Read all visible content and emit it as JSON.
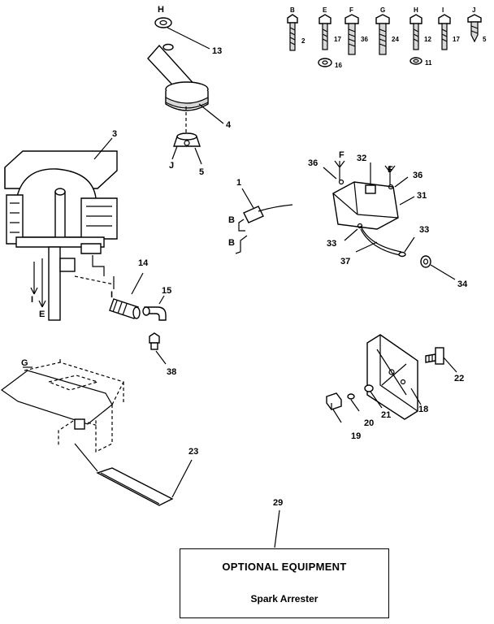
{
  "callouts": {
    "c3": "3",
    "c4": "4",
    "c5": "5",
    "c13": "13",
    "c1": "1",
    "c14": "14",
    "c15": "15",
    "c38": "38",
    "c23": "23",
    "c29": "29",
    "c36a": "36",
    "c32": "32",
    "c36b": "36",
    "c31": "31",
    "c33a": "33",
    "c33b": "33",
    "c37": "37",
    "c34": "34",
    "c22": "22",
    "c18": "18",
    "c21": "21",
    "c20": "20",
    "c19": "19"
  },
  "letters": {
    "h_top": "H",
    "j_carb": "J",
    "b1": "B",
    "b2": "B",
    "f1": "F",
    "f2": "F",
    "i_left": "I",
    "e_left": "E",
    "i_pipe": "I",
    "g_left": "G"
  },
  "fasteners": [
    {
      "letter": "B",
      "qty": "2"
    },
    {
      "letter": "E",
      "qty": "17"
    },
    {
      "letter": "F",
      "qty": "36"
    },
    {
      "letter": "G",
      "qty": "24"
    },
    {
      "letter": "H",
      "qty": "12"
    },
    {
      "letter": "I",
      "qty": "17"
    },
    {
      "letter": "J",
      "qty": "5"
    }
  ],
  "washers": [
    "16",
    "11"
  ],
  "optional_box": {
    "title": "OPTIONAL EQUIPMENT",
    "item": "Spark Arrester"
  }
}
